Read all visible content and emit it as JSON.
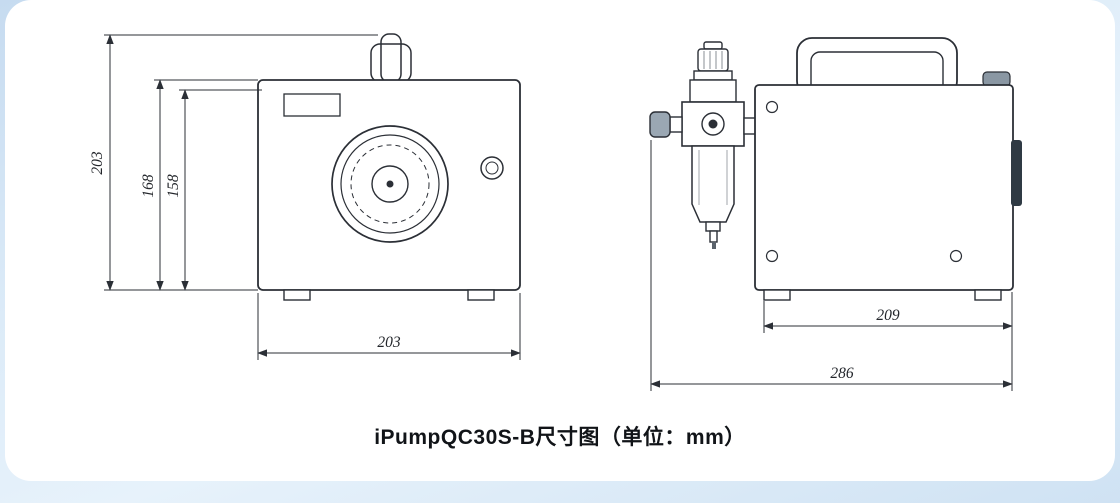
{
  "caption": "iPumpQC30S-B尺寸图（单位：mm）",
  "unit": "mm",
  "model": "iPumpQC30S-B",
  "dimensions": {
    "front": {
      "overall_height": "203",
      "body_height": "168",
      "inner_height": "158",
      "width": "203"
    },
    "side": {
      "body_width": "209",
      "overall_width": "286"
    }
  },
  "colors": {
    "line": "#2b2f36",
    "card": "#ffffff",
    "background_blue": "#cfe2f3",
    "dark_part": "#2f3a44",
    "gray_part": "#9aa7b3"
  }
}
